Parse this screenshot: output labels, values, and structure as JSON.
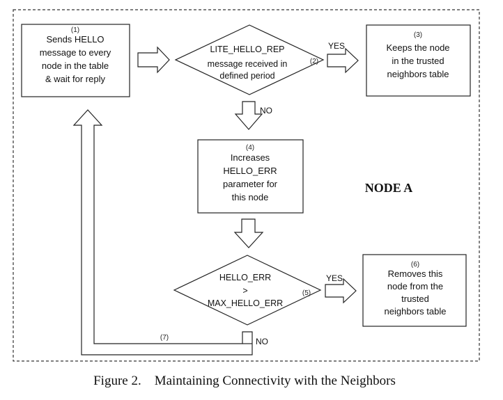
{
  "node_label": "NODE A",
  "caption": "Figure 2.    Maintaining Connectivity with the Neighbors",
  "steps": {
    "s1": {
      "num": "(1)",
      "lines": [
        "Sends HELLO",
        "message to every",
        "node in the table",
        "& wait for reply"
      ]
    },
    "s2": {
      "num": "(2)",
      "lines": [
        "LITE_HELLO_REP",
        "message received in",
        "defined period"
      ]
    },
    "s3": {
      "num": "(3)",
      "lines": [
        "Keeps the node",
        "in the trusted",
        "neighbors table"
      ]
    },
    "s4": {
      "num": "(4)",
      "lines": [
        "Increases",
        "HELLO_ERR",
        "parameter for",
        "this node"
      ]
    },
    "s5": {
      "num": "(5)",
      "lines": [
        "HELLO_ERR",
        ">",
        "MAX_HELLO_ERR"
      ]
    },
    "s6": {
      "num": "(6)",
      "lines": [
        "Removes this",
        "node from the",
        "trusted",
        "neighbors table"
      ]
    },
    "s7": {
      "num": "(7)"
    }
  },
  "labels": {
    "yes1": "YES",
    "no1": "NO",
    "yes2": "YES",
    "no2": "NO"
  }
}
